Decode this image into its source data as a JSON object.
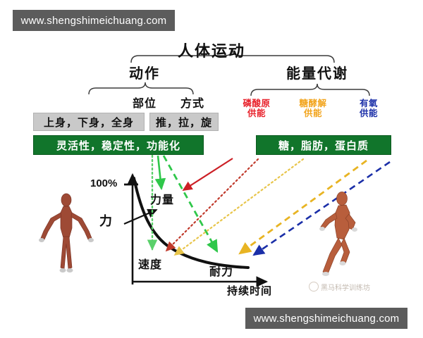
{
  "watermarks": {
    "top": "www.shengshimeichuang.com",
    "bottom": "www.shengshimeichuang.com",
    "inner": "黑马科学训练坊"
  },
  "diagram": {
    "title": "人体运动",
    "branches": [
      {
        "label": "动作"
      },
      {
        "label": "能量代谢"
      }
    ],
    "movement_sub": [
      {
        "label": "部位"
      },
      {
        "label": "方式"
      }
    ],
    "gray_boxes": [
      {
        "label": "上身，下身，全身"
      },
      {
        "label": "推，拉，旋"
      }
    ],
    "green_boxes": [
      {
        "label": "灵活性，稳定性，功能化"
      },
      {
        "label": "糖，脂肪，蛋白质"
      }
    ],
    "energy_systems": [
      {
        "line1": "磷酸原",
        "line2": "供能",
        "color": "#e8202a"
      },
      {
        "line1": "糖酵解",
        "line2": "供能",
        "color": "#f2a41c"
      },
      {
        "line1": "有氧",
        "line2": "供能",
        "color": "#1b2fa8"
      }
    ]
  },
  "chart_data": {
    "type": "line",
    "title": "",
    "xlabel": "持续时间",
    "ylabel": "力",
    "y_ticks": [
      "100%"
    ],
    "annotations": [
      {
        "label": "力量",
        "role": "strength"
      },
      {
        "label": "速度",
        "role": "speed"
      },
      {
        "label": "耐力",
        "role": "endurance"
      }
    ],
    "curve_description": "力随持续时间延长而递减的衰减曲线",
    "x": [
      0,
      0.12,
      0.26,
      0.42,
      0.6,
      0.78,
      1.0
    ],
    "y": [
      100,
      72,
      50,
      34,
      24,
      19,
      17
    ],
    "ylim": [
      0,
      110
    ],
    "xlim": [
      0,
      1
    ],
    "grid": false,
    "legend": "none",
    "arrows": [
      {
        "from": "灵活性，稳定性，功能化",
        "to": "速度",
        "color": "#5ad06a",
        "style": "dotted"
      },
      {
        "from": "灵活性，稳定性，功能化",
        "to": "力量",
        "color": "#2fc74a",
        "style": "solid"
      },
      {
        "from": "灵活性，稳定性，功能化",
        "to": "耐力",
        "color": "#2fc74a",
        "style": "dashed"
      },
      {
        "from": "磷酸原供能",
        "to": "力量",
        "color": "#cc1f25",
        "style": "solid"
      },
      {
        "from": "磷酸原供能",
        "to": "速度",
        "color": "#c0392b",
        "style": "dotted"
      },
      {
        "from": "糖酵解供能",
        "to": "速度",
        "color": "#e8c54a",
        "style": "dotted"
      },
      {
        "from": "糖酵解供能",
        "to": "耐力",
        "color": "#e8b423",
        "style": "dashed"
      },
      {
        "from": "有氧供能",
        "to": "耐力",
        "color": "#1b2fa8",
        "style": "dashed"
      }
    ]
  }
}
